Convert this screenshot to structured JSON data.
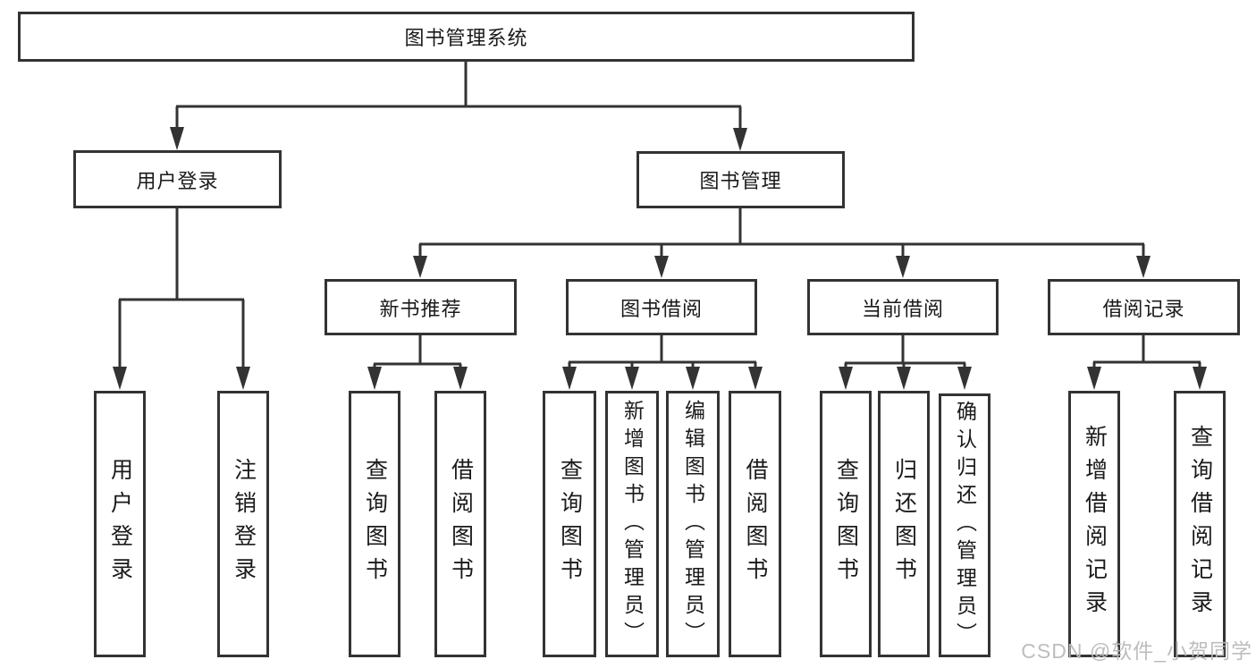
{
  "style": {
    "ink_color": "#333333",
    "watermark_color": "#b9b9b9"
  },
  "tree": {
    "label": "图书管理系统",
    "children": [
      {
        "label": "用户登录",
        "children": [
          {
            "label": "用户登录"
          },
          {
            "label": "注销登录"
          }
        ]
      },
      {
        "label": "图书管理",
        "children": [
          {
            "label": "新书推荐",
            "children": [
              {
                "label": "查询图书"
              },
              {
                "label": "借阅图书"
              }
            ]
          },
          {
            "label": "图书借阅",
            "children": [
              {
                "label": "查询图书"
              },
              {
                "label": "新增图书（管理员）"
              },
              {
                "label": "编辑图书（管理员）"
              },
              {
                "label": "借阅图书"
              }
            ]
          },
          {
            "label": "当前借阅",
            "children": [
              {
                "label": "查询图书"
              },
              {
                "label": "归还图书"
              },
              {
                "label": "确认归还（管理员）"
              }
            ]
          },
          {
            "label": "借阅记录",
            "children": [
              {
                "label": "新增借阅记录"
              },
              {
                "label": "查询借阅记录"
              }
            ]
          }
        ]
      }
    ]
  },
  "watermark": {
    "text": "CSDN @软件_小贺同学"
  }
}
